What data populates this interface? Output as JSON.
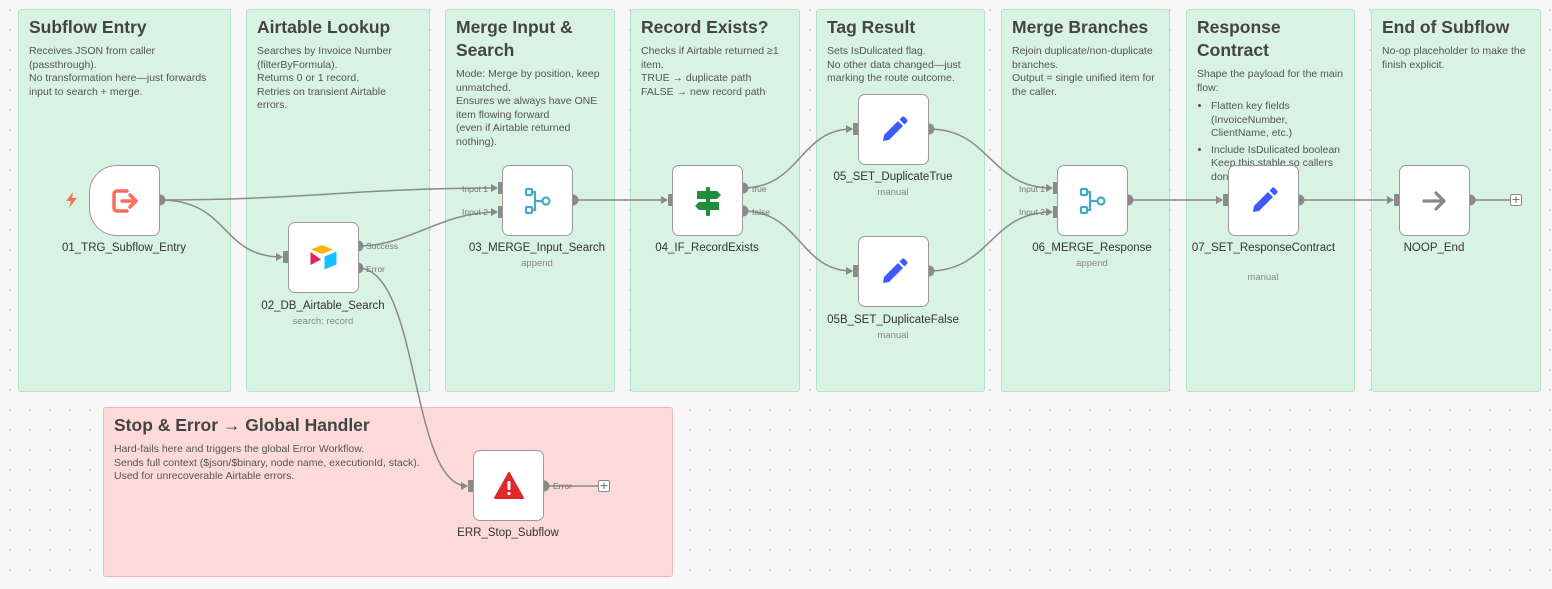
{
  "stickies": {
    "subflow_entry": {
      "title": "Subflow Entry",
      "lines": [
        "Receives JSON from caller (passthrough).",
        "No transformation here—just forwards input to search + merge."
      ]
    },
    "airtable_lookup": {
      "title": "Airtable Lookup",
      "lines": [
        "Searches by Invoice Number (filterByFormula).",
        "Returns 0 or 1 record.",
        "Retries on transient Airtable errors."
      ]
    },
    "merge_input": {
      "title": "Merge Input & Search",
      "lines": [
        "Mode: Merge by position, keep unmatched.",
        "Ensures we always have ONE item flowing forward",
        "(even if Airtable returned nothing)."
      ]
    },
    "record_exists": {
      "title": "Record Exists?",
      "lines": [
        "Checks if Airtable returned ≥1 item.",
        "TRUE → duplicate path",
        "FALSE → new record path"
      ]
    },
    "tag_result": {
      "title": "Tag Result",
      "lines": [
        "Sets IsDulicated flag.",
        "No other data changed—just marking the route outcome."
      ]
    },
    "merge_branches": {
      "title": "Merge Branches",
      "lines": [
        "Rejoin duplicate/non-duplicate branches.",
        "Output = single unified item for the caller."
      ]
    },
    "response_contract": {
      "title": "Response Contract",
      "intro": "Shape the payload for the main flow:",
      "bullets": [
        "Flatten key fields (InvoiceNumber, ClientName, etc.)",
        "Include IsDulicated boolean Keep this stable so callers don't break."
      ]
    },
    "end_of_subflow": {
      "title": "End of Subflow",
      "lines": [
        "No-op placeholder to make the finish explicit."
      ]
    },
    "stop_error": {
      "title": "Stop & Error → Global Handler",
      "lines": [
        "Hard-fails here and triggers the global Error Workflow.",
        "Sends full context ($json/$binary, node name, executionId, stack).",
        "Used for unrecoverable Airtable errors."
      ]
    }
  },
  "nodes": {
    "trg": {
      "name": "01_TRG_Subflow_Entry",
      "subtitle": "",
      "icon": "exit-icon"
    },
    "db": {
      "name": "02_DB_Airtable_Search",
      "subtitle": "search: record",
      "icon": "airtable-logo-icon"
    },
    "merge_input": {
      "name": "03_MERGE_Input_Search",
      "subtitle": "append",
      "icon": "merge-icon"
    },
    "if": {
      "name": "04_IF_RecordExists",
      "subtitle": "",
      "icon": "signpost-icon"
    },
    "set_true": {
      "name": "05_SET_DuplicateTrue",
      "subtitle": "manual",
      "icon": "pencil-icon"
    },
    "set_false": {
      "name": "05B_SET_DuplicateFalse",
      "subtitle": "manual",
      "icon": "pencil-icon"
    },
    "merge_response": {
      "name": "06_MERGE_Response",
      "subtitle": "append",
      "icon": "merge-icon"
    },
    "set_contract": {
      "name": "07_SET_ResponseContract",
      "subtitle": "manual",
      "icon": "pencil-icon"
    },
    "noop": {
      "name": "NOOP_End",
      "subtitle": "",
      "icon": "arrow-right-icon"
    },
    "err": {
      "name": "ERR_Stop_Subflow",
      "subtitle": "",
      "icon": "warning-icon"
    }
  },
  "ports": {
    "success": "Success",
    "error": "Error",
    "input1": "Input 1",
    "input2": "Input 2",
    "true": "true",
    "false": "false",
    "err_out": "Error"
  },
  "colors": {
    "sticky_green": "#d8f2e3",
    "sticky_red": "#fcdada",
    "edge": "#8a8a8a",
    "trigger_icon": "#ff6d5a",
    "merge_icon": "#44aac6",
    "if_icon": "#1e8e3e",
    "set_icon": "#3d5afe",
    "warning_icon": "#e02828",
    "noop_icon": "#888888"
  }
}
